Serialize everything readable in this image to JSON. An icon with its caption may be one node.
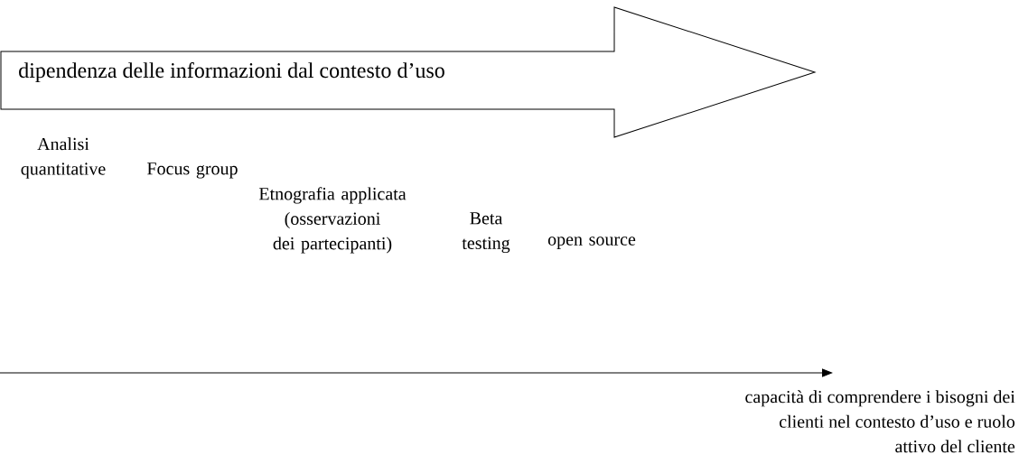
{
  "diagram": {
    "nodes": [
      {
        "text": [
          "dipendenza delle informazioni dal contesto d’uso"
        ]
      }
    ],
    "edges": [],
    "labels": [
      "Analisi quantitative",
      "Focus group",
      "Etnografia applicata (osservazioni dei partecipanti)",
      "Beta testing",
      "open source",
      "capacità di comprendere i bisogni dei clienti nel contesto d’uso e ruolo attivo del cliente"
    ]
  }
}
